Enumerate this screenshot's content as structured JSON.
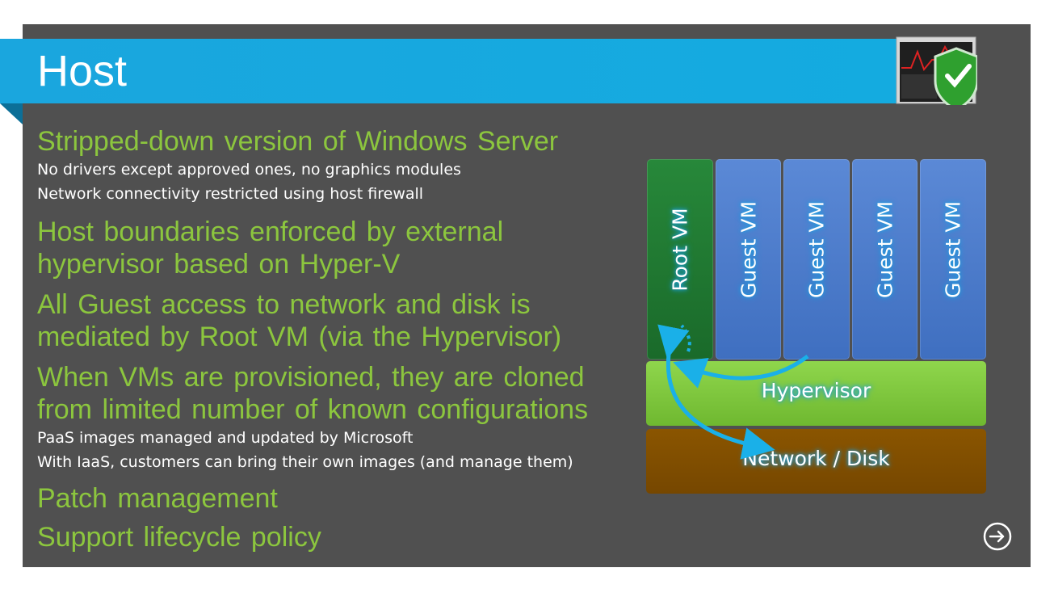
{
  "slide": {
    "title": "Host",
    "bullets": [
      {
        "level": 1,
        "text": "Stripped-down version of Windows Server"
      },
      {
        "level": 2,
        "text": "No drivers except approved ones, no graphics modules"
      },
      {
        "level": 2,
        "text": "Network connectivity restricted using host firewall"
      },
      {
        "level": 1,
        "text": "Host boundaries enforced by external hypervisor based on Hyper-V"
      },
      {
        "level": 1,
        "text": "All Guest access to network and disk is mediated by Root VM (via the Hypervisor)"
      },
      {
        "level": 1,
        "text": "When VMs are provisioned, they are cloned from limited number of known configurations"
      },
      {
        "level": 2,
        "text": "PaaS images managed and updated by Microsoft"
      },
      {
        "level": 2,
        "text": "With IaaS, customers can bring their own images (and manage them)"
      },
      {
        "level": 1,
        "text": "Patch management"
      },
      {
        "level": 1,
        "text": "Support lifecycle policy"
      }
    ]
  },
  "diagram": {
    "root_vm": "Root VM",
    "guest_vms": [
      "Guest VM",
      "Guest VM",
      "Guest VM",
      "Guest VM"
    ],
    "hypervisor": "Hypervisor",
    "network_disk": "Network / Disk"
  },
  "icons": {
    "header_icon": "security-shield-check-icon",
    "nav_icon": "next-arrow-circle-icon"
  },
  "colors": {
    "title_bar": "#1aa6de",
    "background": "#505050",
    "bullet_level1": "#8cc63e",
    "root_vm": "#27883a",
    "guest_vm": "#4a7acb",
    "hypervisor": "#80c840",
    "network_disk": "#7d4c00",
    "arrow": "#1ab0e8"
  }
}
